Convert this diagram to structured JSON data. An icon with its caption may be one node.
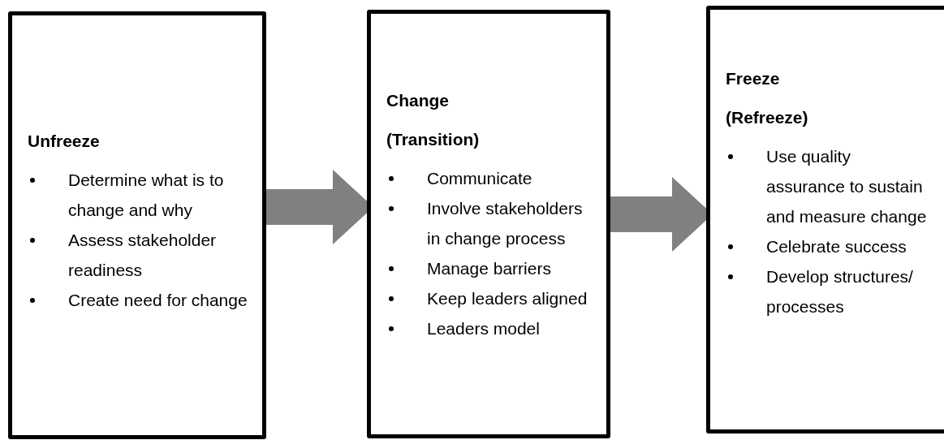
{
  "diagram": {
    "nodes": [
      {
        "text": [
          "Unfreeze",
          "Determine what is to change and why",
          "Assess stakeholder readiness",
          "Create need for change"
        ]
      },
      {
        "text": [
          "Change",
          "(Transition)",
          "Communicate",
          "Involve stakeholders in change process",
          "Manage barriers",
          "Keep leaders aligned",
          "Leaders model"
        ]
      },
      {
        "text": [
          "Freeze",
          "(Refreeze)",
          "Use quality assurance to sustain and measure change",
          "Celebrate success",
          "Develop structures/ processes"
        ]
      }
    ],
    "edges": [
      {
        "from": 0,
        "to": 1,
        "arrow": "to"
      },
      {
        "from": 1,
        "to": 2,
        "arrow": "to"
      }
    ]
  }
}
